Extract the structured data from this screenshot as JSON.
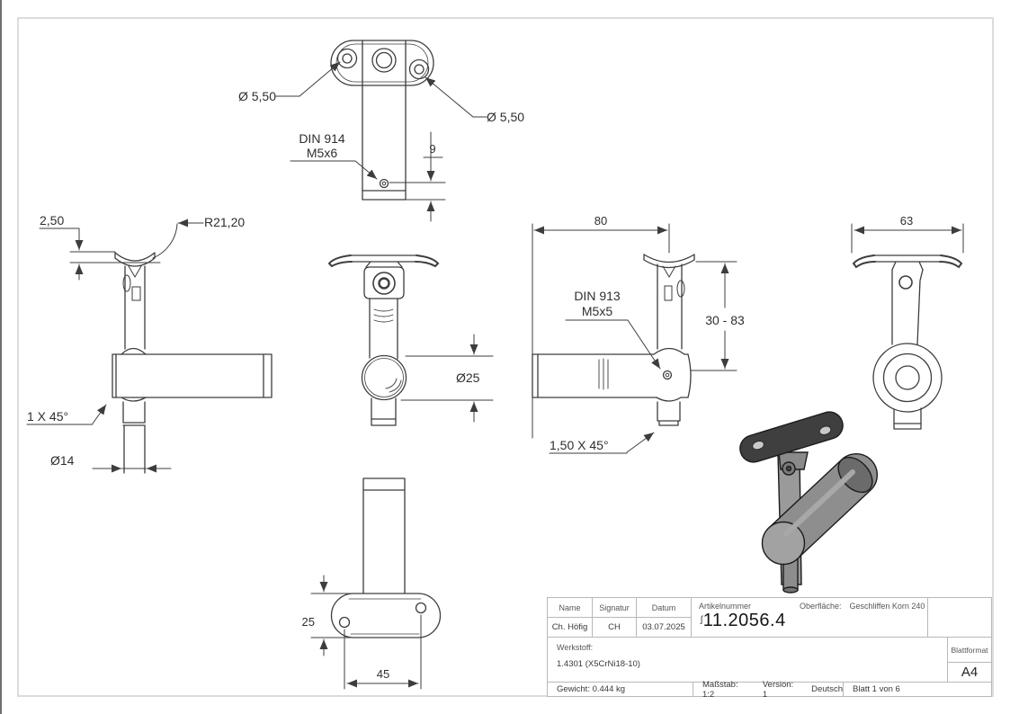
{
  "colors": {
    "drawing_line": "#3d3d3d",
    "frame_border": "#dcdcdc",
    "table_line": "#b8b8b8",
    "part_body_gray": "#8e8e8e",
    "part_plate_dark": "#3f3f3f"
  },
  "dims": {
    "top_hole_left": "Ø 5,50",
    "top_hole_right": "Ø 5,50",
    "top_screw_line1": "DIN 914",
    "top_screw_line2": "M5x6",
    "top_depth": "9",
    "left_thickness": "2,50",
    "left_radius": "R21,20",
    "left_chamfer": "1 X 45°",
    "left_rod_dia": "Ø14",
    "front_ball_dia": "Ø25",
    "side_length": "80",
    "side_screw_line1": "DIN 913",
    "side_screw_line2": "M5x5",
    "side_height_range": "30 - 83",
    "side_chamfer": "1,50 X 45°",
    "right_plate_len": "63",
    "bottom_plate_width": "25",
    "bottom_hole_spacing": "45"
  },
  "title_block": {
    "headers": {
      "name": "Name",
      "signatur": "Signatur",
      "datum": "Datum",
      "artikelnummer": "Artikelnummer",
      "oberflaeche": "Oberfläche:",
      "werkstoff": "Werkstoff:",
      "blattformat": "Blattformat"
    },
    "values": {
      "name": "Ch. Höfig",
      "signatur": "CH",
      "datum": "03.07.2025",
      "artikelnummer_prefix": "ʃ",
      "artikelnummer": "11.2056.4",
      "oberflaeche": "Geschliffen Korn 240",
      "werkstoff": "1.4301 (X5CrNi18-10)",
      "blattformat": "A4",
      "gewicht": "Gewicht: 0.444 kg",
      "massstab": "Maßstab: 1:2",
      "version": "Version: 1",
      "sprache": "Deutsch",
      "blatt": "Blatt 1 von 6"
    }
  }
}
